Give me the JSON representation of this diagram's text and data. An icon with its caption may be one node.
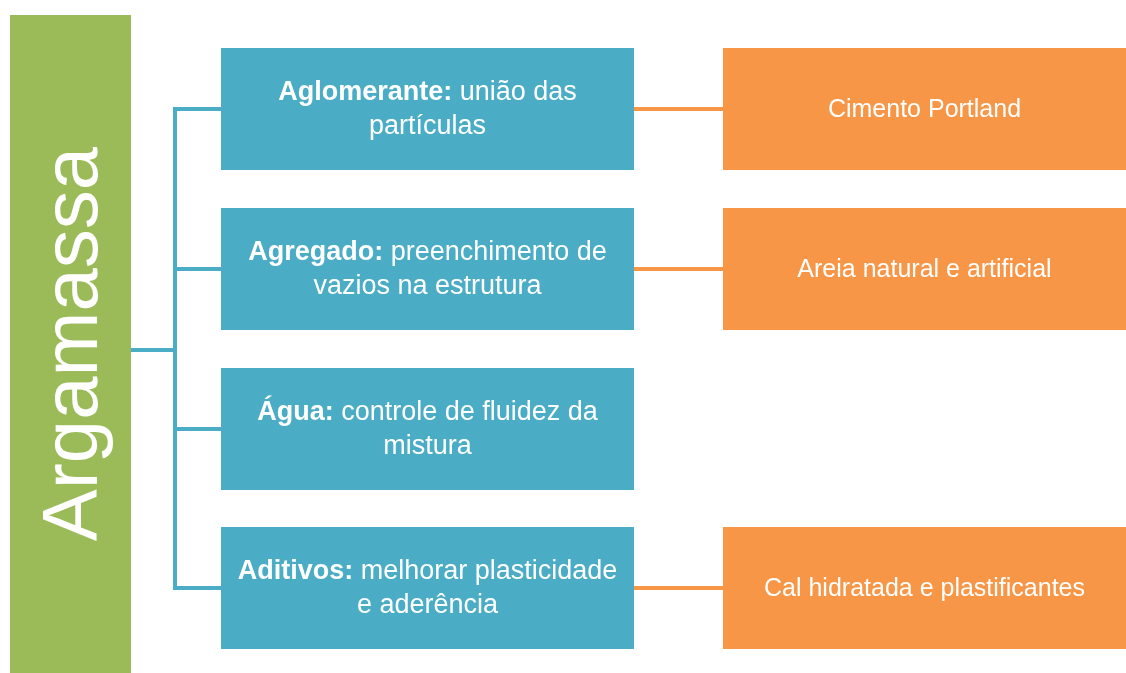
{
  "diagram": {
    "nodes": [
      {
        "text": [
          "Argamassa"
        ]
      },
      {
        "text": [
          "**Aglomerante:** união das partículas"
        ]
      },
      {
        "text": [
          "Cimento Portland"
        ]
      },
      {
        "text": [
          "**Agregado:** preenchimento de vazios na estrutura"
        ]
      },
      {
        "text": [
          "Areia natural e artificial"
        ]
      },
      {
        "text": [
          "**Água:** controle de fluidez da mistura"
        ]
      },
      {
        "text": [
          "**Aditivos:** melhorar plasticidade e aderência"
        ]
      },
      {
        "text": [
          "Cal hidratada e plastificantes"
        ]
      }
    ],
    "edges": [
      {
        "from": 0,
        "to": 1,
        "arrow": "none"
      },
      {
        "from": 0,
        "to": 3,
        "arrow": "none"
      },
      {
        "from": 0,
        "to": 5,
        "arrow": "none"
      },
      {
        "from": 0,
        "to": 6,
        "arrow": "none"
      },
      {
        "from": 1,
        "to": 2,
        "arrow": "none",
        "color": "#f79646"
      },
      {
        "from": 3,
        "to": 4,
        "arrow": "none",
        "color": "#f79646"
      },
      {
        "from": 6,
        "to": 7,
        "arrow": "none",
        "color": "#f79646"
      }
    ]
  }
}
